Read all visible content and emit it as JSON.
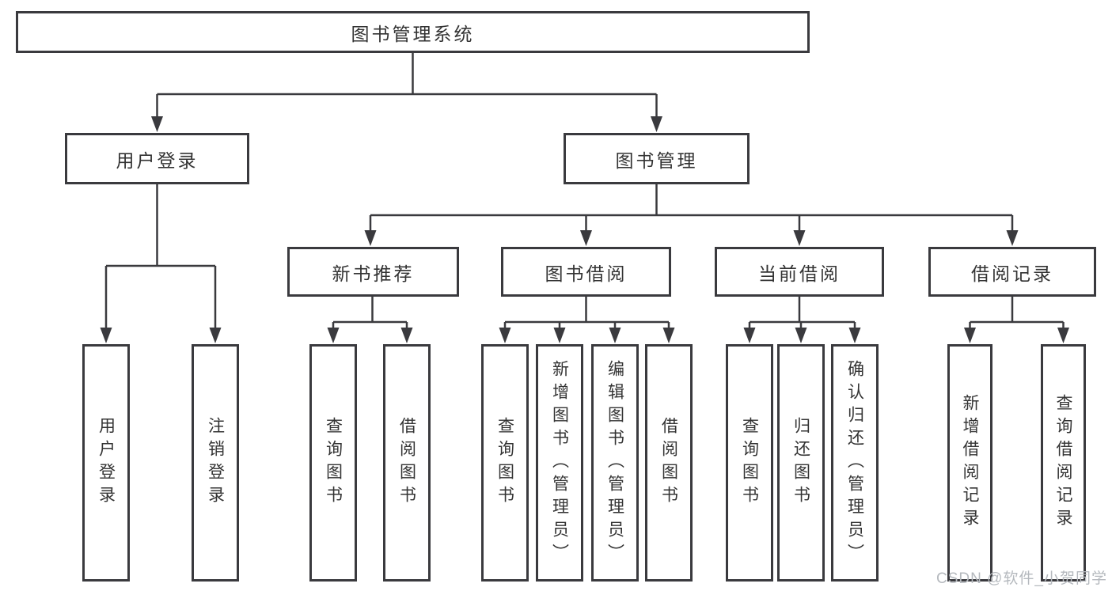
{
  "colors": {
    "line": "#3a3a3e",
    "box_border": "#3a3a3e",
    "text": "#333333",
    "background": "#ffffff",
    "watermark": "#b5b9be"
  },
  "watermark": {
    "text": "CSDN @软件_小贺同学"
  },
  "diagram": {
    "type": "hierarchy-tree",
    "root": "图书管理系统",
    "branches": [
      {
        "label": "用户登录",
        "children": [
          "用户登录",
          "注销登录"
        ]
      },
      {
        "label": "图书管理",
        "children": [
          {
            "label": "新书推荐",
            "children": [
              "查询图书",
              "借阅图书"
            ]
          },
          {
            "label": "图书借阅",
            "children": [
              "查询图书",
              "新增图书（管理员）",
              "编辑图书（管理员）",
              "借阅图书"
            ]
          },
          {
            "label": "当前借阅",
            "children": [
              "查询图书",
              "归还图书",
              "确认归还（管理员）"
            ]
          },
          {
            "label": "借阅记录",
            "children": [
              "新增借阅记录",
              "查询借阅记录"
            ]
          }
        ]
      }
    ]
  }
}
